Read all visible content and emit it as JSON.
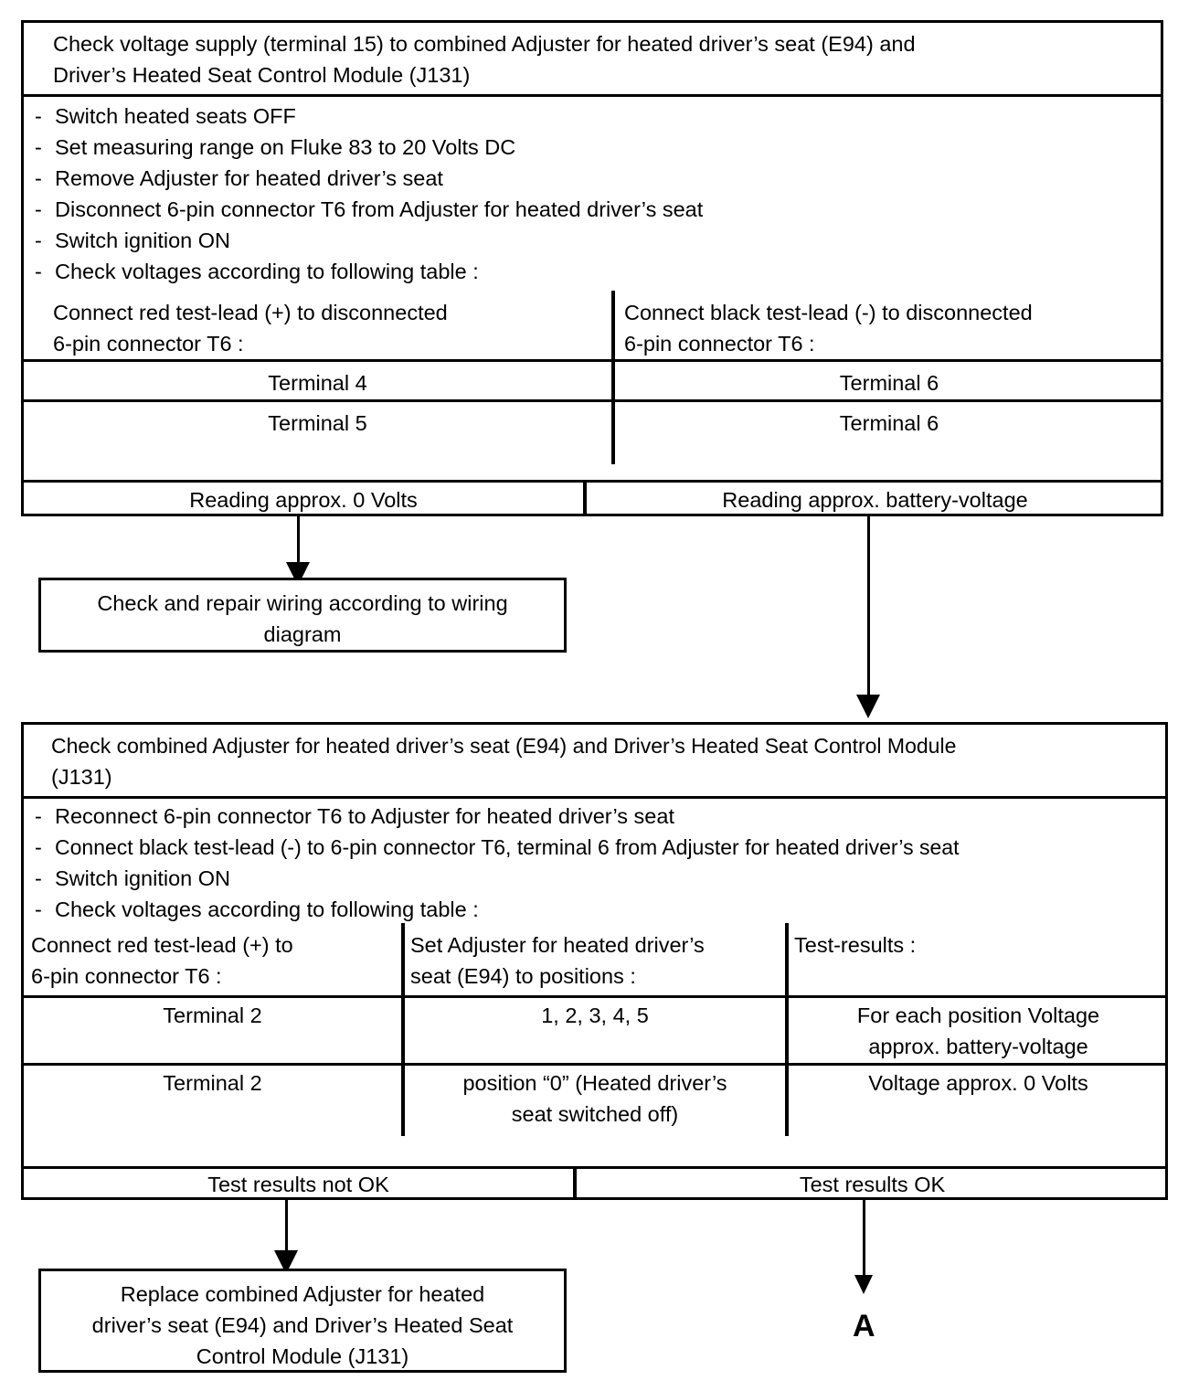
{
  "document": {
    "type": "troubleshooting-flowchart",
    "subject": "Heated driver's seat voltage supply test"
  },
  "block1": {
    "title_line1": "Check voltage supply (terminal 15) to combined Adjuster for heated driver’s seat (E94) and",
    "title_line2": "Driver’s Heated Seat Control Module (J131)",
    "bullet_marker": "-",
    "steps": [
      "Switch heated seats OFF",
      "Set measuring range on Fluke 83 to 20 Volts DC",
      "Remove Adjuster for heated driver’s seat",
      "Disconnect 6-pin connector T6 from Adjuster for heated driver’s seat",
      "Switch ignition ON",
      "Check voltages according to following table :"
    ],
    "table": {
      "headers": [
        {
          "line1": "Connect red test-lead (+) to disconnected",
          "line2": "6-pin connector T6 :"
        },
        {
          "line1": "Connect black test-lead (-) to disconnected",
          "line2": "6-pin connector T6 :"
        }
      ],
      "rows": [
        [
          "Terminal 4",
          "Terminal 6"
        ],
        [
          "Terminal 5",
          "Terminal 6"
        ]
      ]
    },
    "results": [
      "Reading approx. 0 Volts",
      "Reading approx. battery-voltage"
    ]
  },
  "box_repair": {
    "line1": "Check and repair wiring according to wiring",
    "line2": "diagram"
  },
  "block2": {
    "title_line1": "Check combined Adjuster for heated driver’s seat (E94) and Driver’s Heated Seat Control Module",
    "title_line2": "(J131)",
    "bullet_marker": "-",
    "steps": [
      "Reconnect 6-pin connector T6 to Adjuster for heated driver’s seat",
      "Connect black test-lead (-) to 6-pin connector T6, terminal 6 from Adjuster for heated driver’s seat",
      "Switch ignition ON",
      "Check voltages according to following table :"
    ],
    "table": {
      "headers": [
        {
          "line1": "Connect red test-lead (+) to",
          "line2": "6-pin connector T6 :"
        },
        {
          "line1": "Set Adjuster for heated driver’s",
          "line2": "seat (E94) to positions :"
        },
        {
          "line1": "Test-results :",
          "line2": ""
        }
      ],
      "rows": [
        {
          "terminal": "Terminal 2",
          "position_line1": "1, 2, 3, 4, 5",
          "position_line2": "",
          "result_line1": "For each position Voltage",
          "result_line2": "approx. battery-voltage"
        },
        {
          "terminal": "Terminal 2",
          "position_line1": "position “0” (Heated driver’s",
          "position_line2": "seat switched off)",
          "result_line1": "Voltage approx. 0 Volts",
          "result_line2": ""
        }
      ]
    },
    "results": [
      "Test results not OK",
      "Test results OK"
    ]
  },
  "box_replace": {
    "line1": "Replace combined Adjuster for heated",
    "line2": "driver’s seat (E94) and Driver’s Heated Seat",
    "line3": "Control Module (J131)"
  },
  "connector_label": "A"
}
